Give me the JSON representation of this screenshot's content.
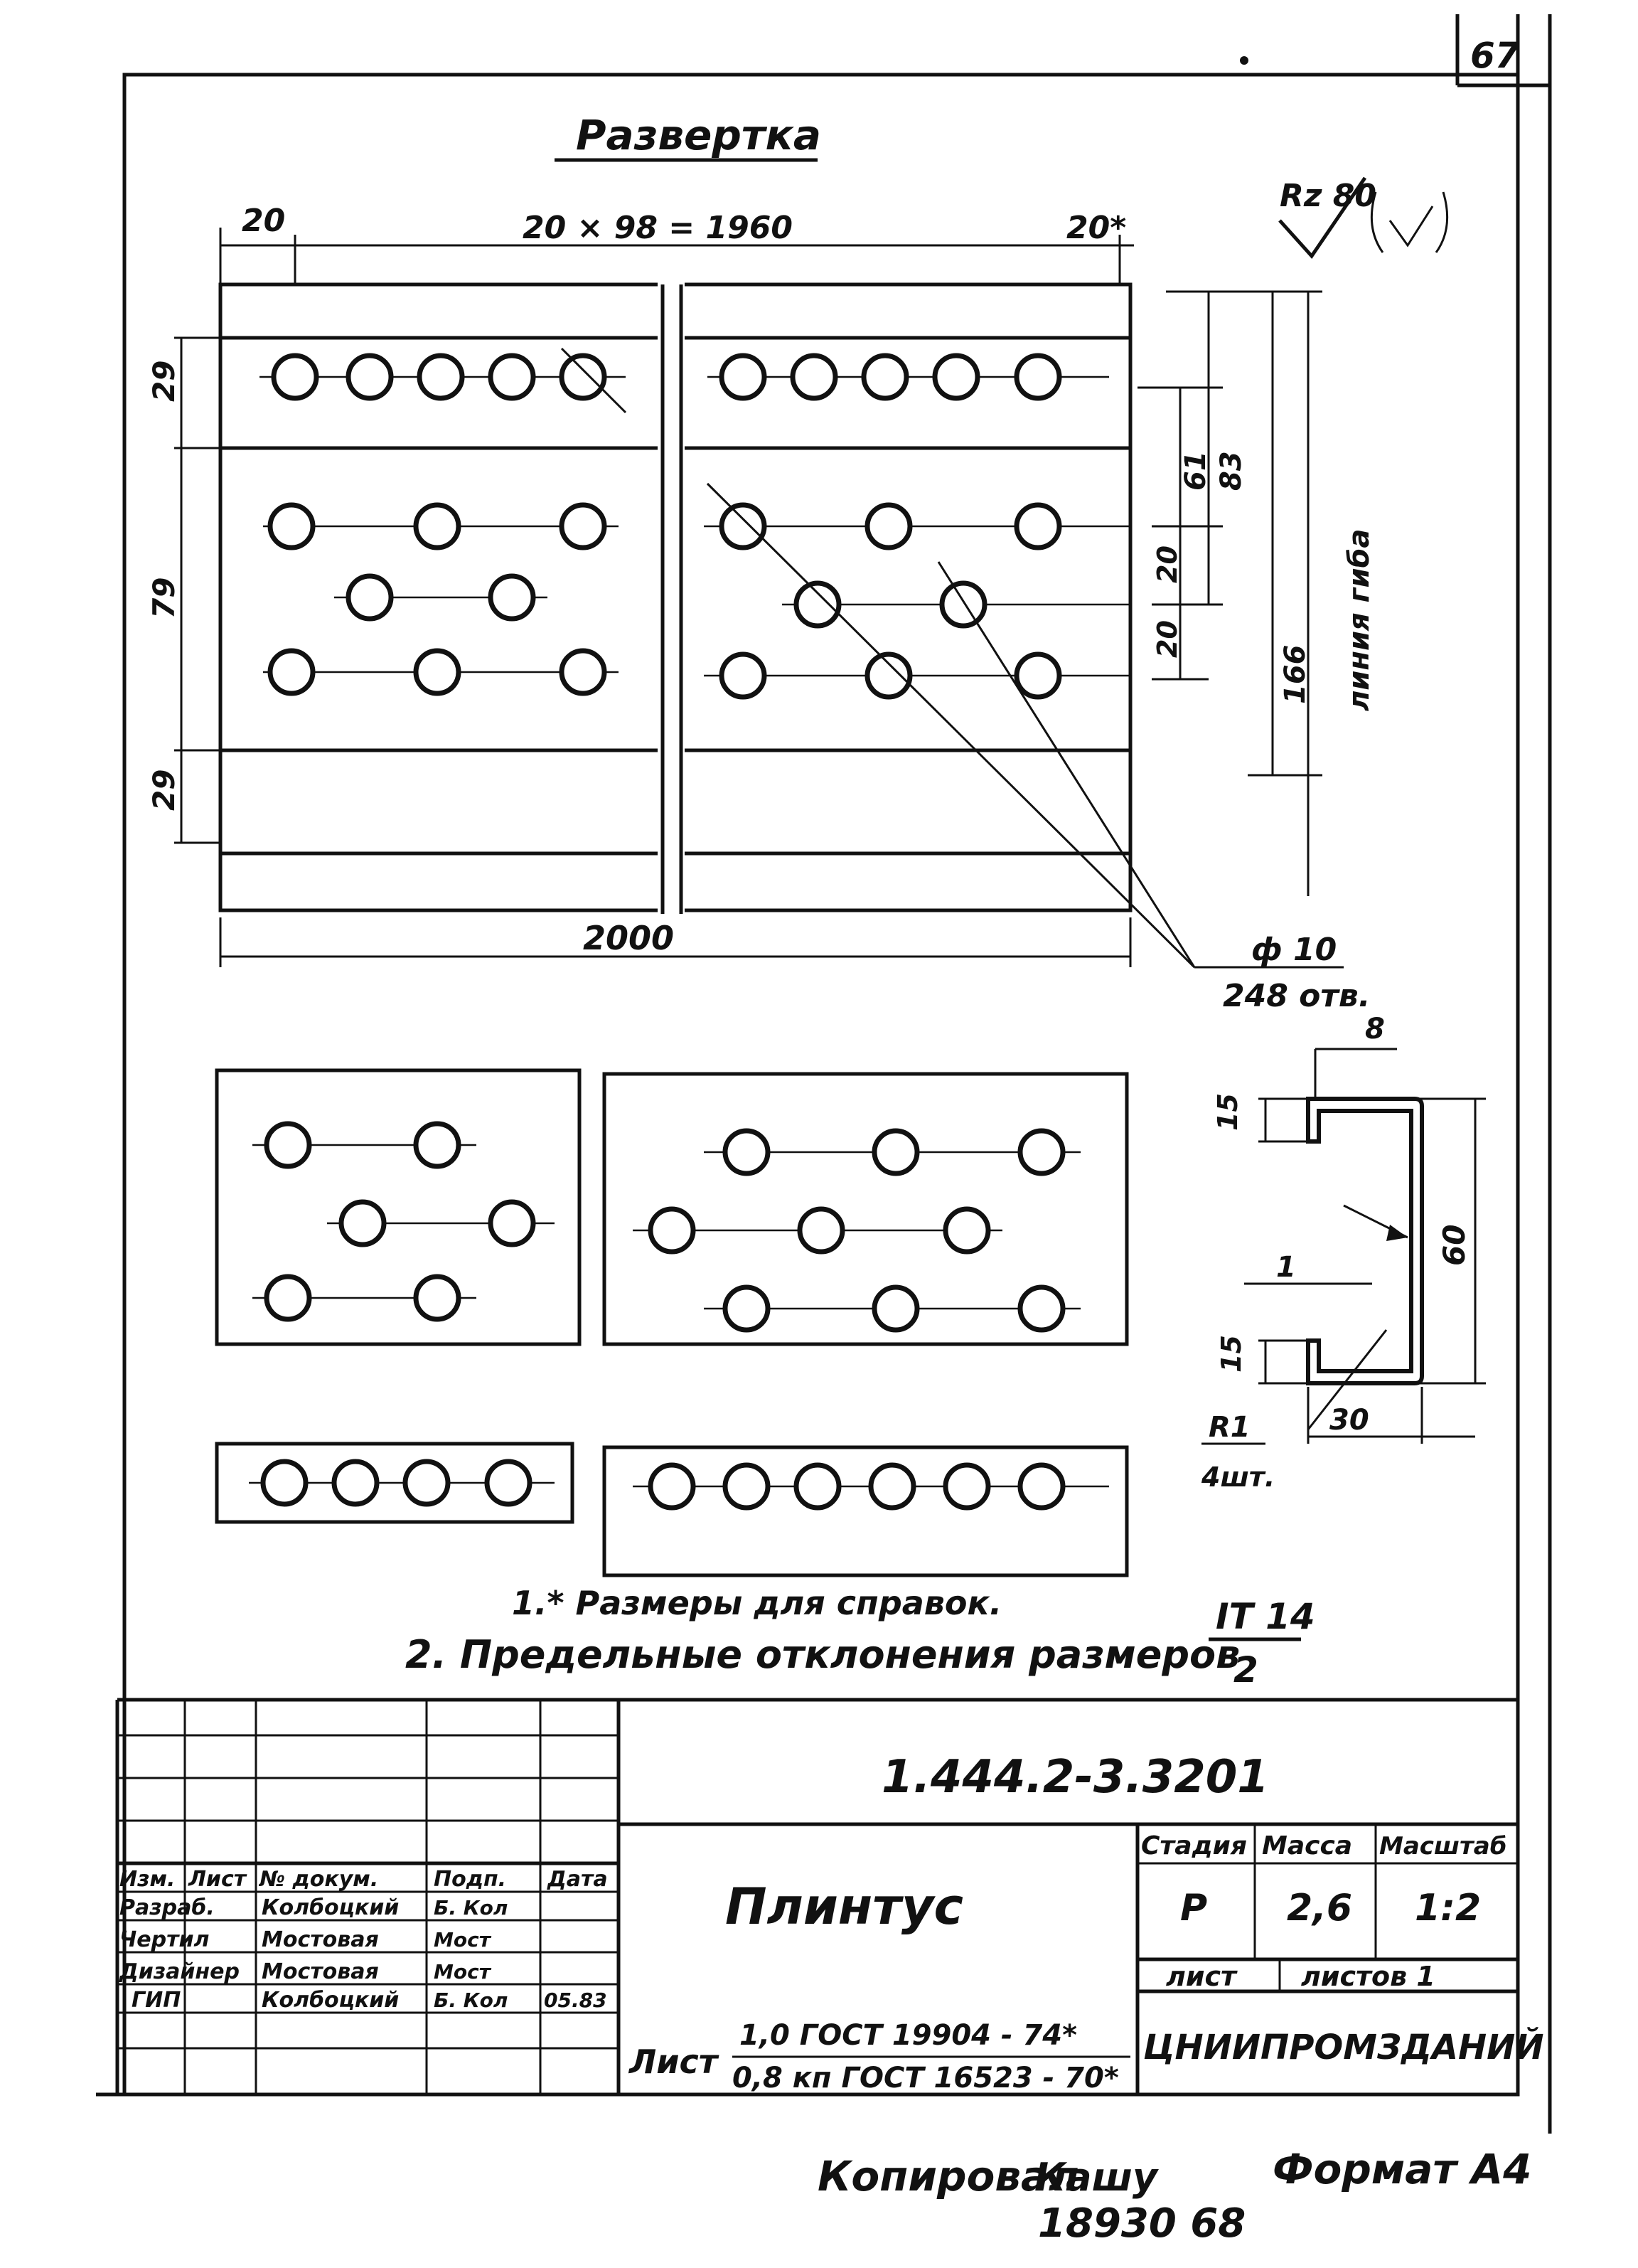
{
  "sheet": {
    "number": "67",
    "title": "Развертка",
    "roughness": "Rz 80"
  },
  "dimensions": {
    "left_margin": "20",
    "pitch": "20 × 98 = 1960",
    "right_margin": "20*",
    "top_strip": "29",
    "middle_band": "79",
    "bottom_strip": "29",
    "total_length": "2000",
    "d61": "61",
    "d83": "83",
    "d20a": "20",
    "d20b": "20",
    "d166": "166",
    "bend_line": "линия гиба",
    "hole_diameter": "ф 10",
    "hole_count": "248 отв."
  },
  "profile": {
    "label_8": "8",
    "flange_top": "15",
    "height": "60",
    "flange_bottom": "15",
    "label_1": "1",
    "radius": "R1",
    "radius_count": "4шт.",
    "width": "30"
  },
  "notes": [
    "1.* Размеры для справок.",
    "2. Предельные отклонения размеров"
  ],
  "tolerance": {
    "num": "IT 14",
    "den": "2"
  },
  "title_block": {
    "designation": "1.444.2-3.3201",
    "name": "Плинтус",
    "col_headers": [
      "Изм.",
      "Лист",
      "№ докум.",
      "Подп.",
      "Дата"
    ],
    "staff": [
      {
        "role": "Разраб.",
        "name": "Колбоцкий",
        "sign": "Б. Кол",
        "date": ""
      },
      {
        "role": "Чертил",
        "name": "Мостовая",
        "sign": "Мост",
        "date": ""
      },
      {
        "role": "Дизайнер",
        "name": "Мостовая",
        "sign": "Мост",
        "date": ""
      },
      {
        "role": "ГИП",
        "name": "Колбоцкий",
        "sign": "Б. Кол",
        "date": "05.83"
      }
    ],
    "stage_label": "Стадия",
    "mass_label": "Масса",
    "scale_label": "Масштаб",
    "stage": "Р",
    "mass": "2,6",
    "scale": "1:2",
    "sheet_label": "лист",
    "sheets_label": "листов 1",
    "material_prefix": "Лист",
    "material_top": "1,0 ГОСТ 19904 - 74*",
    "material_bottom": "0,8 кп ГОСТ 16523 - 70*",
    "org": "ЦНИИПРОМЗДАНИЙ"
  },
  "footer": {
    "copied": "Копировал",
    "copied_sign": "Кашу",
    "format": "Формат А4",
    "code": "18930  68"
  }
}
